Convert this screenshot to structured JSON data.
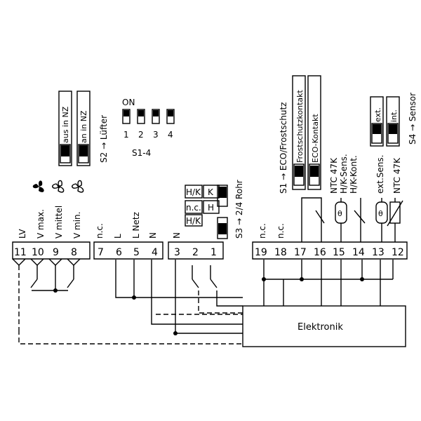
{
  "fan_speeds": {
    "lv": "LV",
    "v_max": "V max.",
    "v_mittel": "V mittel",
    "v_min": "V min."
  },
  "power": {
    "nc": "n.c.",
    "l": "L",
    "netz_l": "L  Netz",
    "n": "N"
  },
  "terminals_left": [
    "11",
    "10",
    "9",
    "8",
    "7",
    "6",
    "5",
    "4"
  ],
  "terminals_mid": [
    "3",
    "2",
    "1"
  ],
  "terminals_right": [
    "19",
    "18",
    "17",
    "16",
    "15",
    "14",
    "13",
    "12"
  ],
  "mid_n_label": "N",
  "s2": {
    "title": "S2 → Lüfter",
    "aus": "aus in NZ",
    "an": "an in NZ"
  },
  "s1_4": {
    "on": "ON",
    "numbers": [
      "1",
      "2",
      "3",
      "4"
    ],
    "title": "S1-4"
  },
  "s3": {
    "title": "S3 → 2/4 Rohr",
    "hk": "H/K",
    "k": "K",
    "nc": "n.c.",
    "h": "H"
  },
  "s1": {
    "title": "S1 → ECO/Frostschutz",
    "frost": "Frostschutzkontakt",
    "eco": "ECO-Kontakt"
  },
  "right_labels": {
    "nc1": "n.c.",
    "nc2": "n.c.",
    "ntc": "NTC  47K",
    "hk_sens": "H/K-Sens.",
    "hk_kont": "H/K-Kont.",
    "ext_sens": "ext.Sens.",
    "ntc2": "NTC 47K"
  },
  "s4": {
    "title": "S4 → Sensor",
    "ext": "ext.",
    "int": "int."
  },
  "elektronik": "Elektronik"
}
